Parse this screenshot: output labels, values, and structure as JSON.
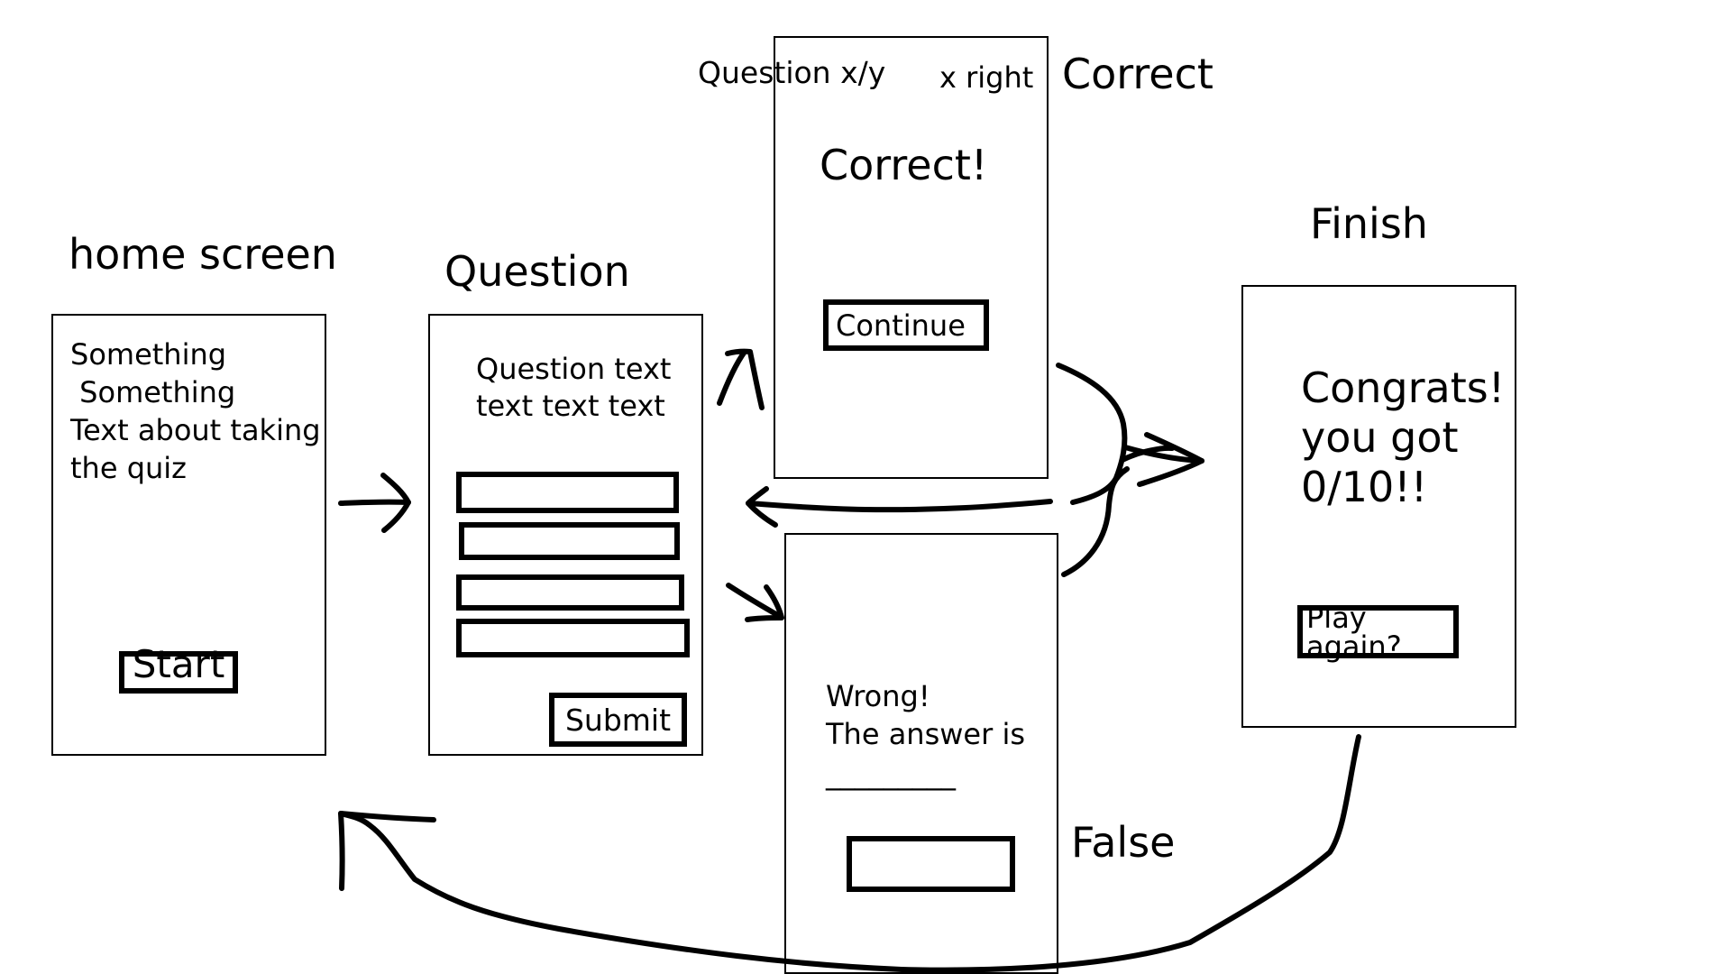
{
  "labels": {
    "home": "home screen",
    "question": "Question",
    "correct": "Correct",
    "false": "False",
    "finish": "Finish"
  },
  "home": {
    "line1": "Something",
    "line2": " Something",
    "line3": "Text about taking",
    "line4": "the quiz",
    "start_button": "Start"
  },
  "question": {
    "text_line1": "Question text",
    "text_line2": "text text text",
    "submit_button": "Submit"
  },
  "correct": {
    "counter": "Question x/y",
    "score": "x right",
    "message": "Correct!",
    "continue_button": "Continue"
  },
  "wrong": {
    "line1": "Wrong!",
    "line2": "The answer is",
    "blank": "_________"
  },
  "finish": {
    "line1": "Congrats!",
    "line2": "you got",
    "line3": "0/10!!",
    "play_again_button": "Play again?"
  }
}
